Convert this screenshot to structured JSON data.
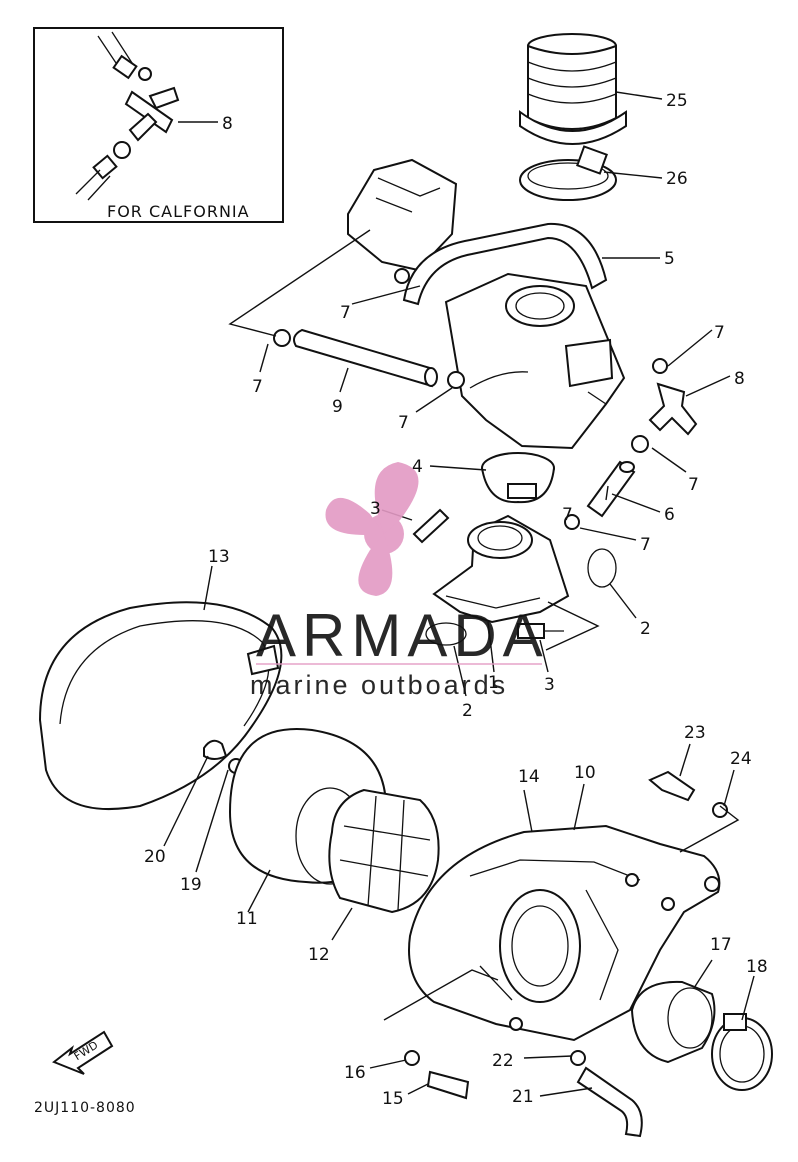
{
  "inset": {
    "caption": "FOR CALFORNIA",
    "callout": "8"
  },
  "drawing_code": "2UJ110-8080",
  "fwd_label": "FWD",
  "watermark": {
    "brand": "ARMADA",
    "tagline": "marine outboards",
    "color": "#e39ac4"
  },
  "callouts": [
    "25",
    "26",
    "5",
    "7",
    "7",
    "7",
    "7",
    "8",
    "9",
    "7",
    "7",
    "4",
    "6",
    "3",
    "7",
    "13",
    "2",
    "2",
    "1",
    "3",
    "23",
    "24",
    "14",
    "10",
    "20",
    "19",
    "11",
    "12",
    "17",
    "18",
    "16",
    "22",
    "15",
    "21"
  ]
}
